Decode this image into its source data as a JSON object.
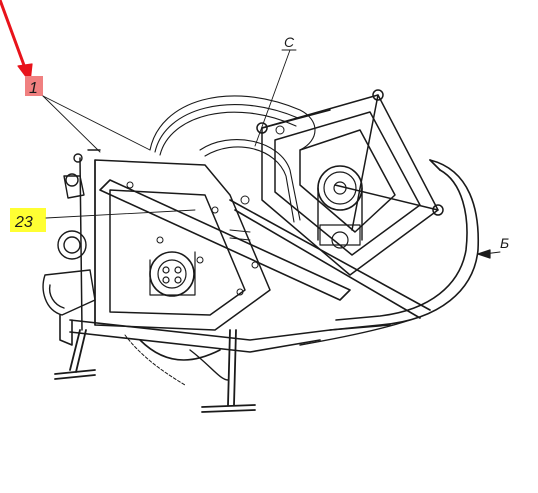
{
  "labels": {
    "part_1": "1",
    "part_23": "23",
    "view_c": "С",
    "view_b": "Б"
  },
  "colors": {
    "line": "#1a1a1a",
    "arrow_red": "#e8131b",
    "highlight_pink": "#f08080",
    "highlight_yellow": "#ffff33"
  }
}
